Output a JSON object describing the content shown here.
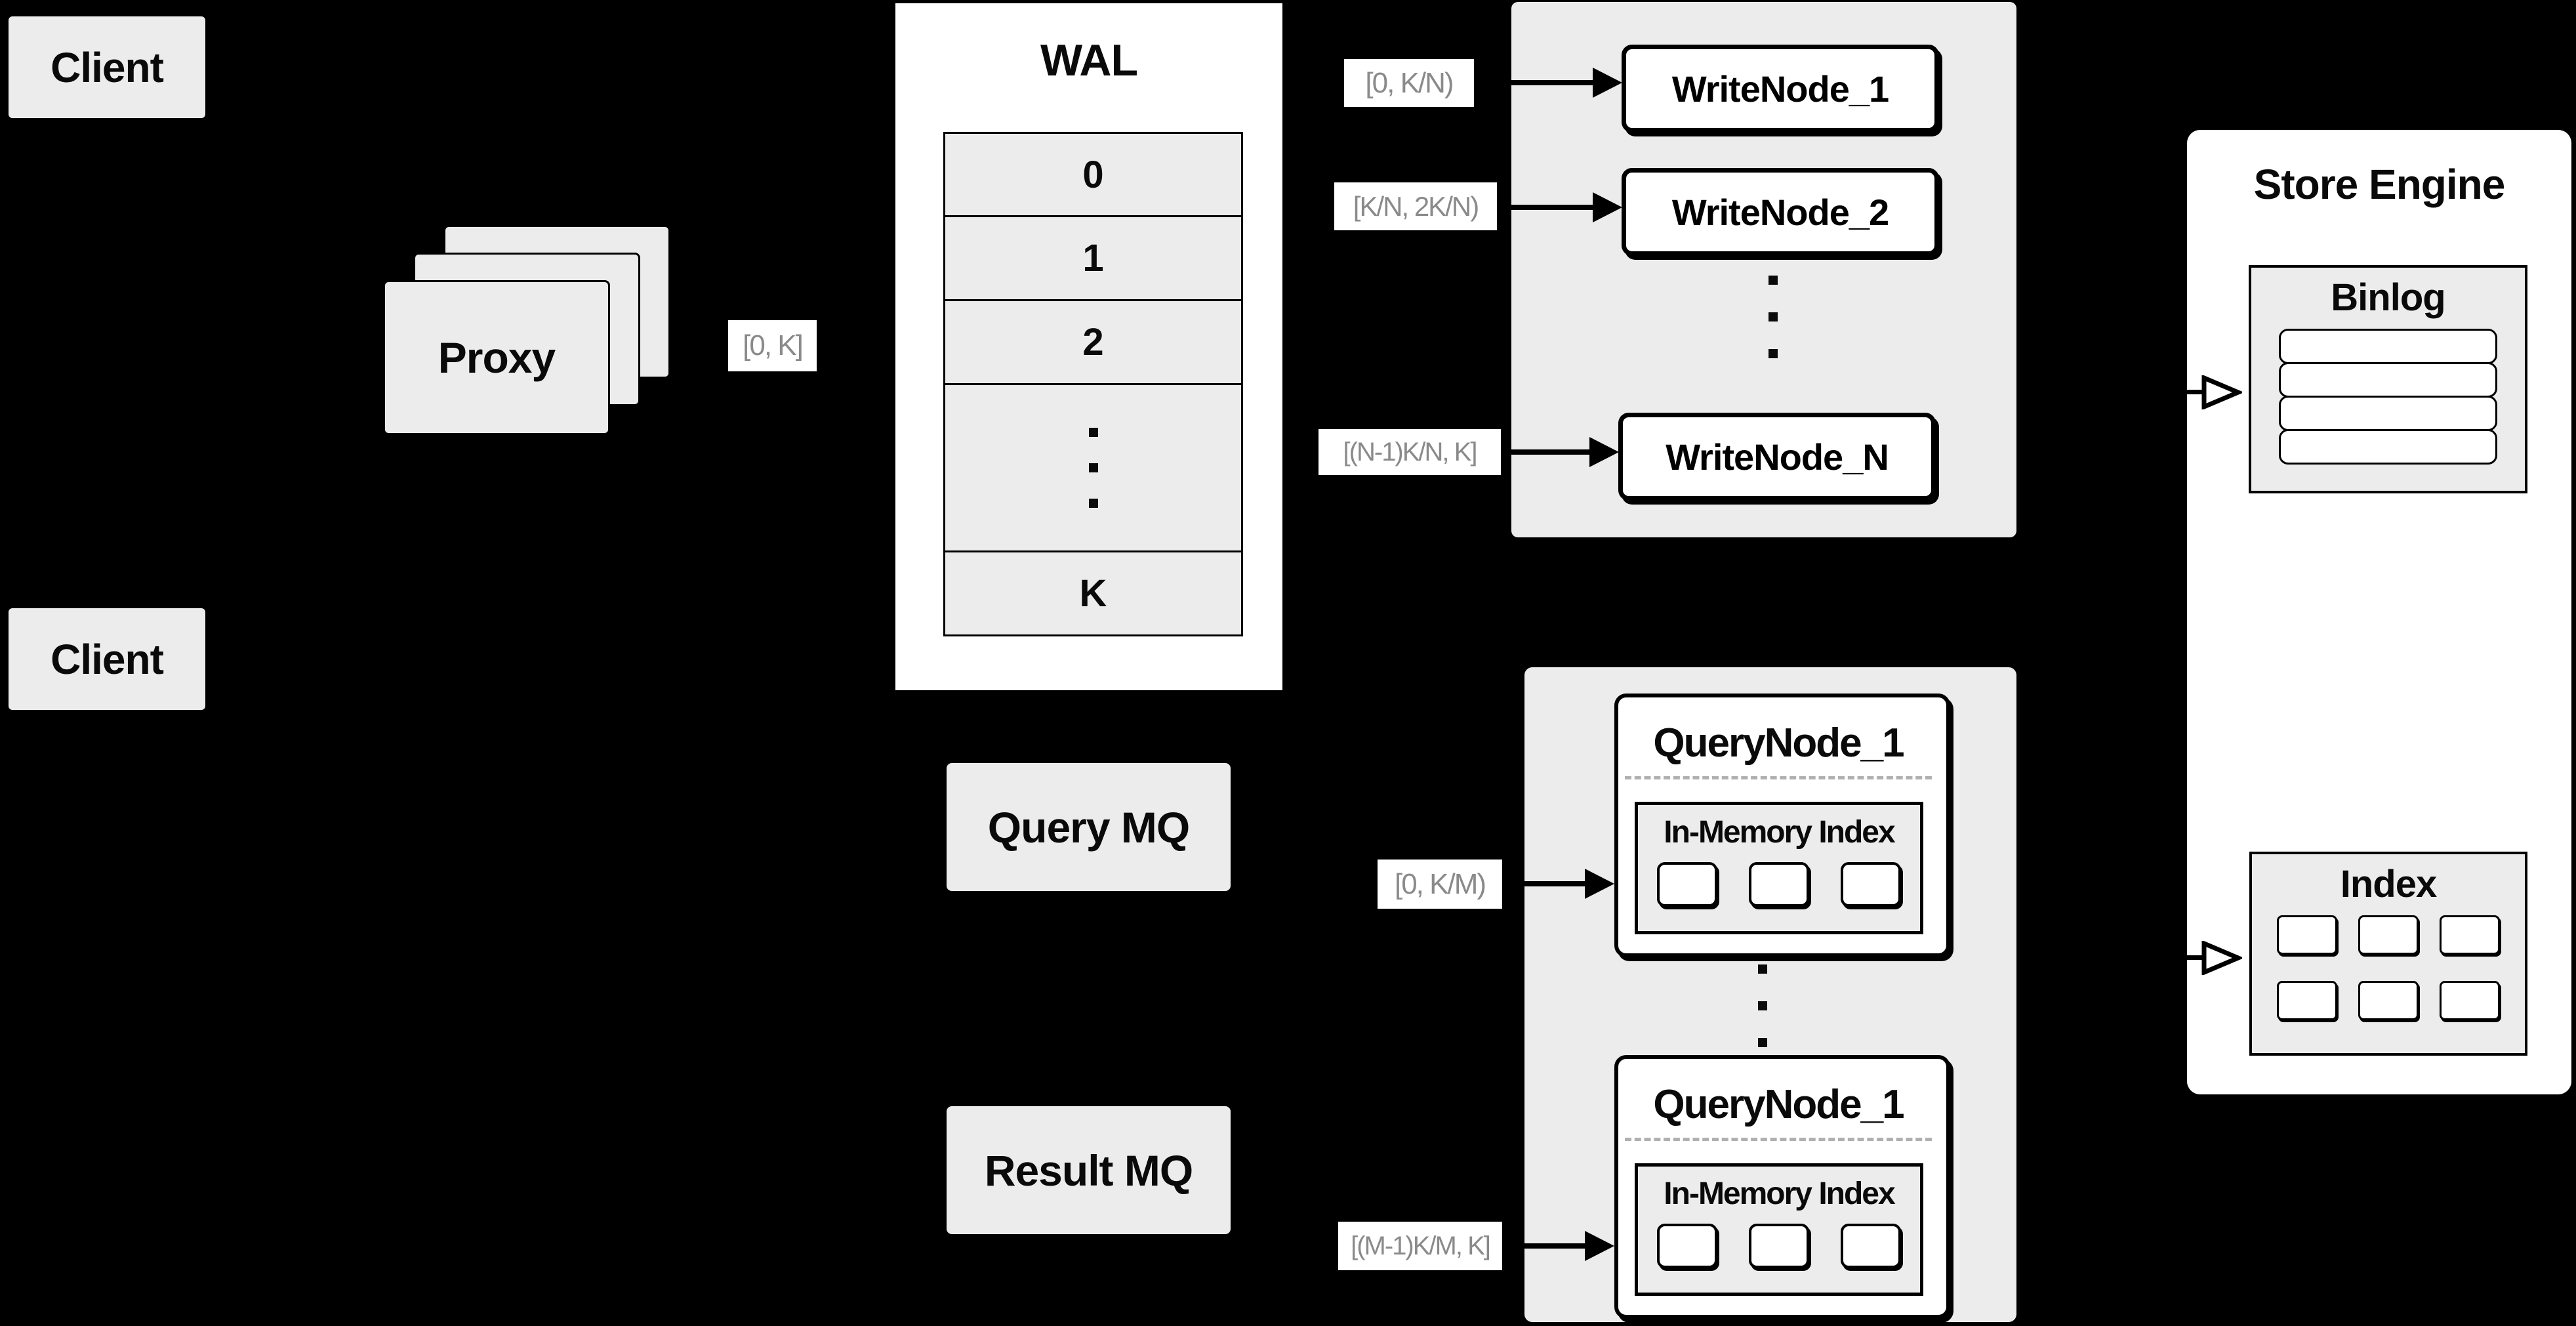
{
  "colors": {
    "background": "#000000",
    "panel_gray": "#ececec",
    "node_white": "#ffffff",
    "line_black": "#000000",
    "label_text_gray": "#8a8a8a",
    "dash_gray": "#b0b0b0"
  },
  "clients": {
    "top_label": "Client",
    "bottom_label": "Client"
  },
  "proxy": {
    "label": "Proxy"
  },
  "wal": {
    "title": "WAL",
    "rows": [
      "0",
      "1",
      "2",
      "K"
    ]
  },
  "range_labels": {
    "proxy_to_wal": "[0, K]",
    "wal_to_writenode1": "[0, K/N)",
    "wal_to_writenode2": "[K/N, 2K/N)",
    "wal_to_writenodeN": "[(N-1)K/N, K]",
    "querymq_to_querynode_top": "[0, K/M)",
    "querymq_to_querynode_bottom": "[(M-1)K/M, K]"
  },
  "write_nodes": {
    "node1": "WriteNode_1",
    "node2": "WriteNode_2",
    "nodeN": "WriteNode_N"
  },
  "store_engine": {
    "title": "Store Engine",
    "binlog_title": "Binlog",
    "index_title": "Index"
  },
  "mq": {
    "query_label": "Query MQ",
    "result_label": "Result MQ"
  },
  "query_nodes": {
    "top_title": "QueryNode_1",
    "bottom_title": "QueryNode_1",
    "top_inmem_title": "In-Memory Index",
    "bottom_inmem_title": "In-Memory Index"
  }
}
